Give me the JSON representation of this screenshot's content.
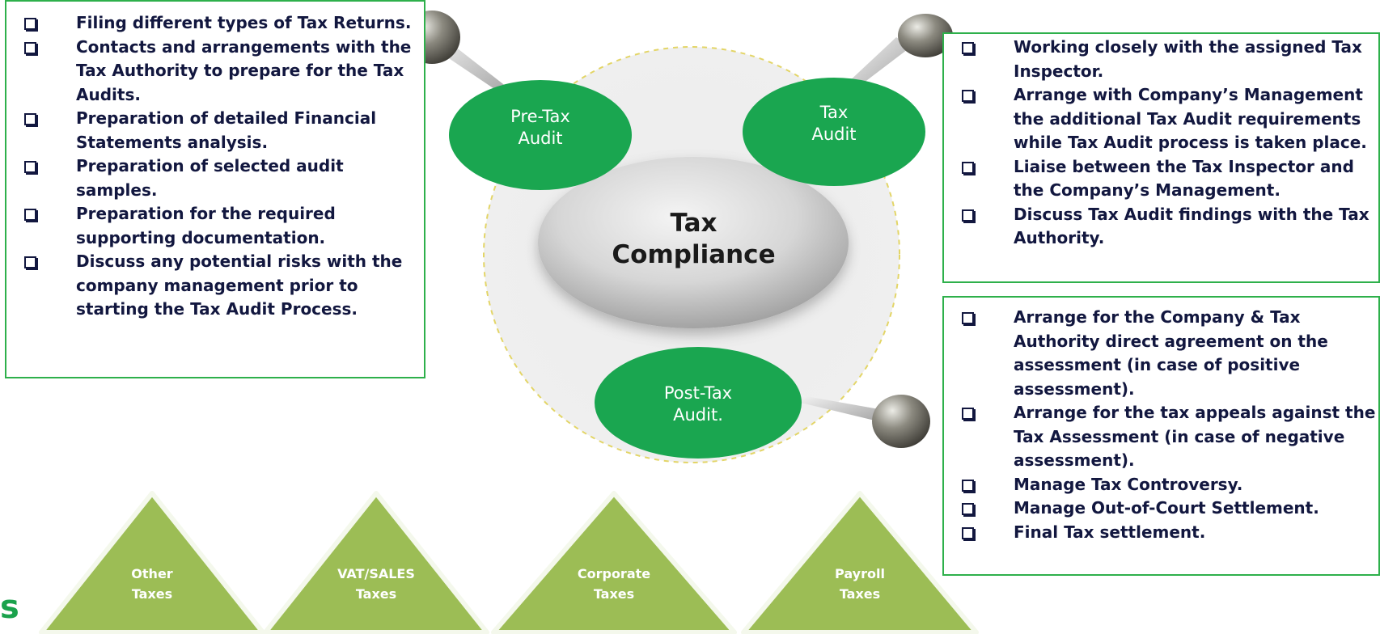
{
  "colors": {
    "green_node": "#1aa650",
    "box_border": "#2eb04b",
    "triangle": "#9cbd55",
    "text_dark": "#12173f"
  },
  "center": {
    "label_line1": "Tax",
    "label_line2": "Compliance"
  },
  "nodes": {
    "pre": {
      "line1": "Pre-Tax",
      "line2": "Audit"
    },
    "tax": {
      "line1": "Tax",
      "line2": "Audit"
    },
    "post": {
      "line1": "Post-Tax",
      "line2": "Audit."
    }
  },
  "pre_tax_box": {
    "items": [
      {
        "text": "Filing different types of Tax Returns."
      },
      {
        "text": "Contacts and arrangements with the Tax Authority to prepare for the Tax Audits."
      },
      {
        "text": "Preparation of detailed Financial Statements analysis."
      },
      {
        "text": "Preparation of selected audit samples."
      },
      {
        "text": "Preparation for the required supporting documentation."
      },
      {
        "text": "Discuss any potential risks with the company management prior to starting the Tax Audit Process."
      }
    ]
  },
  "tax_audit_box": {
    "items": [
      {
        "text": "Working closely with the assigned Tax Inspector."
      },
      {
        "text": "Arrange with Company’s Management the additional Tax Audit requirements while Tax Audit process is taken place."
      },
      {
        "text": "Liaise between the Tax Inspector and the Company’s Management."
      },
      {
        "text": "Discuss Tax Audit findings with the Tax Authority."
      }
    ]
  },
  "post_tax_box": {
    "items": [
      {
        "text": "Arrange for the Company & Tax Authority direct agreement on the assessment (in case of positive assessment)."
      },
      {
        "text": "Arrange for the tax appeals against the Tax Assessment (in case of negative assessment)."
      },
      {
        "text": "Manage Tax Controversy."
      },
      {
        "text": "Manage Out-of-Court Settlement."
      },
      {
        "text": "Final Tax settlement."
      }
    ]
  },
  "triangles": [
    {
      "line1": "Other",
      "line2": "Taxes"
    },
    {
      "line1": "VAT/SALES",
      "line2": "Taxes"
    },
    {
      "line1": "Corporate",
      "line2": "Taxes"
    },
    {
      "line1": "Payroll",
      "line2": "Taxes"
    }
  ],
  "corner_glyph": "s"
}
